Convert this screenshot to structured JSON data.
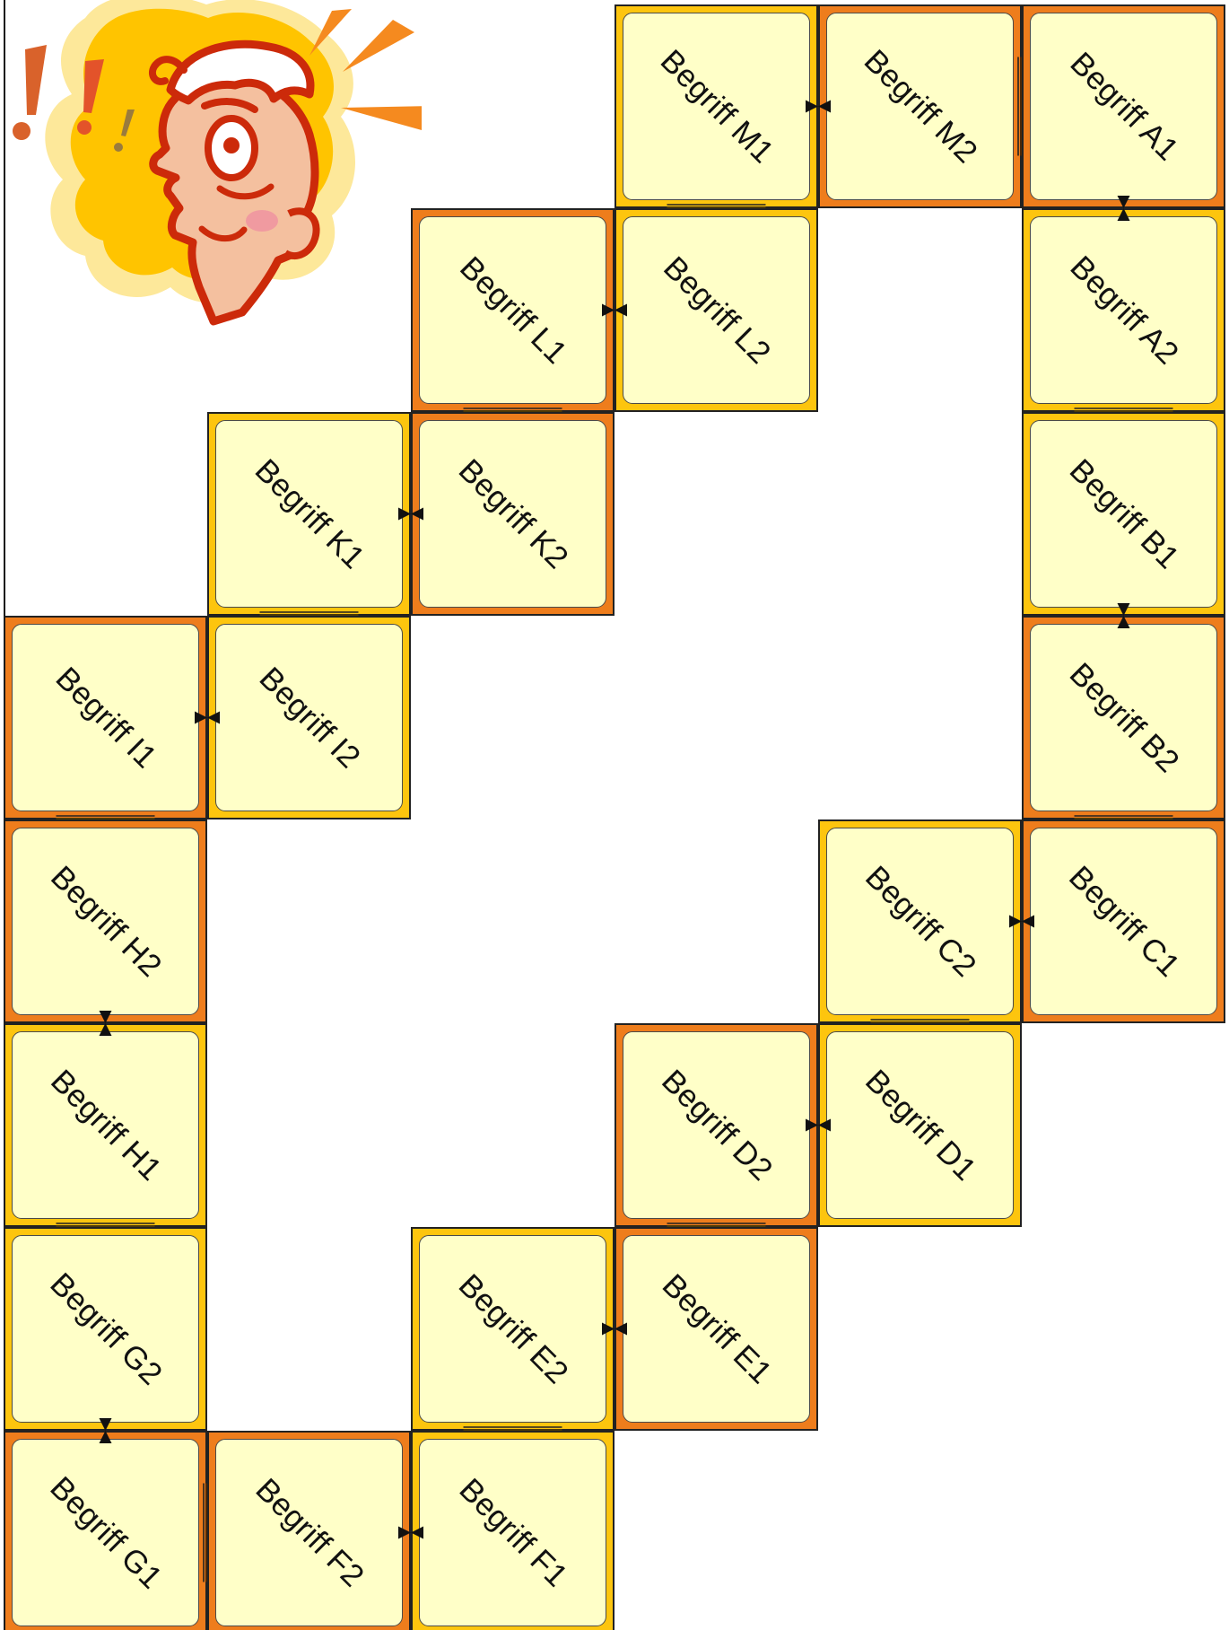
{
  "colors": {
    "orange_tile": "#ee7d1c",
    "gold_tile": "#fdc50e",
    "card_face": "#ffffc8"
  },
  "tiles": [
    {
      "id": "a1",
      "label": "Begriff A1",
      "color": "orange"
    },
    {
      "id": "a2",
      "label": "Begriff A2",
      "color": "gold"
    },
    {
      "id": "b1",
      "label": "Begriff B1",
      "color": "gold"
    },
    {
      "id": "b2",
      "label": "Begriff B2",
      "color": "orange"
    },
    {
      "id": "c1",
      "label": "Begriff C1",
      "color": "orange"
    },
    {
      "id": "c2",
      "label": "Begriff C2",
      "color": "gold"
    },
    {
      "id": "d1",
      "label": "Begriff D1",
      "color": "gold"
    },
    {
      "id": "d2",
      "label": "Begriff D2",
      "color": "orange"
    },
    {
      "id": "e1",
      "label": "Begriff E1",
      "color": "orange"
    },
    {
      "id": "e2",
      "label": "Begriff E2",
      "color": "gold"
    },
    {
      "id": "f1",
      "label": "Begriff F1",
      "color": "gold"
    },
    {
      "id": "f2",
      "label": "Begriff F2",
      "color": "orange"
    },
    {
      "id": "g1",
      "label": "Begriff G1",
      "color": "orange"
    },
    {
      "id": "g2",
      "label": "Begriff G2",
      "color": "gold"
    },
    {
      "id": "h1",
      "label": "Begriff H1",
      "color": "gold"
    },
    {
      "id": "h2",
      "label": "Begriff H2",
      "color": "orange"
    },
    {
      "id": "i1",
      "label": "Begriff I1",
      "color": "orange"
    },
    {
      "id": "i2",
      "label": "Begriff I2",
      "color": "gold"
    },
    {
      "id": "k1",
      "label": "Begriff K1",
      "color": "gold"
    },
    {
      "id": "k2",
      "label": "Begriff K2",
      "color": "orange"
    },
    {
      "id": "l1",
      "label": "Begriff L1",
      "color": "orange"
    },
    {
      "id": "l2",
      "label": "Begriff L2",
      "color": "gold"
    },
    {
      "id": "m1",
      "label": "Begriff M1",
      "color": "gold"
    },
    {
      "id": "m2",
      "label": "Begriff M2",
      "color": "orange"
    }
  ]
}
